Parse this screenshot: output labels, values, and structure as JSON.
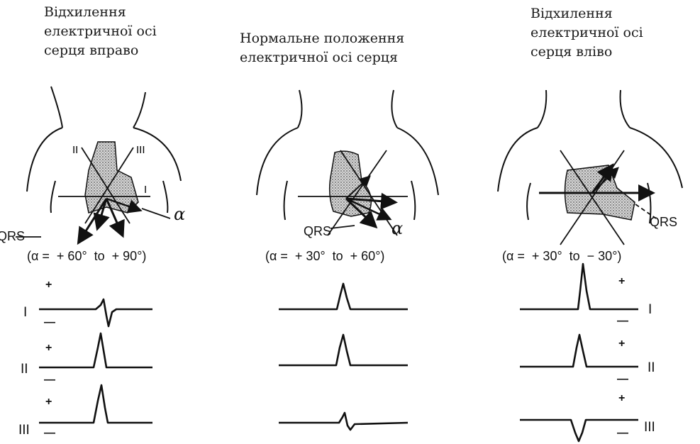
{
  "panels": {
    "right": {
      "title": "Відхилення\nелектричної осі\nсерця вправо",
      "formula": "(α =  + 60°  to  + 90°)",
      "qrs_label": "QRS",
      "alpha_label": "α"
    },
    "normal": {
      "title": "Нормальне положення\nелектричної осі серця",
      "formula": "(α =  + 30°  to  + 60°)",
      "qrs_label": "QRS",
      "alpha_label": "α"
    },
    "left": {
      "title": "Відхилення\nелектричної осі\nсерця вліво",
      "formula": "(α =  + 30°  to  − 30°)",
      "qrs_label": "QRS"
    }
  },
  "lead_labels": {
    "I": "I",
    "II": "II",
    "III": "III"
  },
  "signs": {
    "plus": "+",
    "minus": "—"
  },
  "colors": {
    "ink": "#111111",
    "heart_shade": "#bdbdbd"
  }
}
